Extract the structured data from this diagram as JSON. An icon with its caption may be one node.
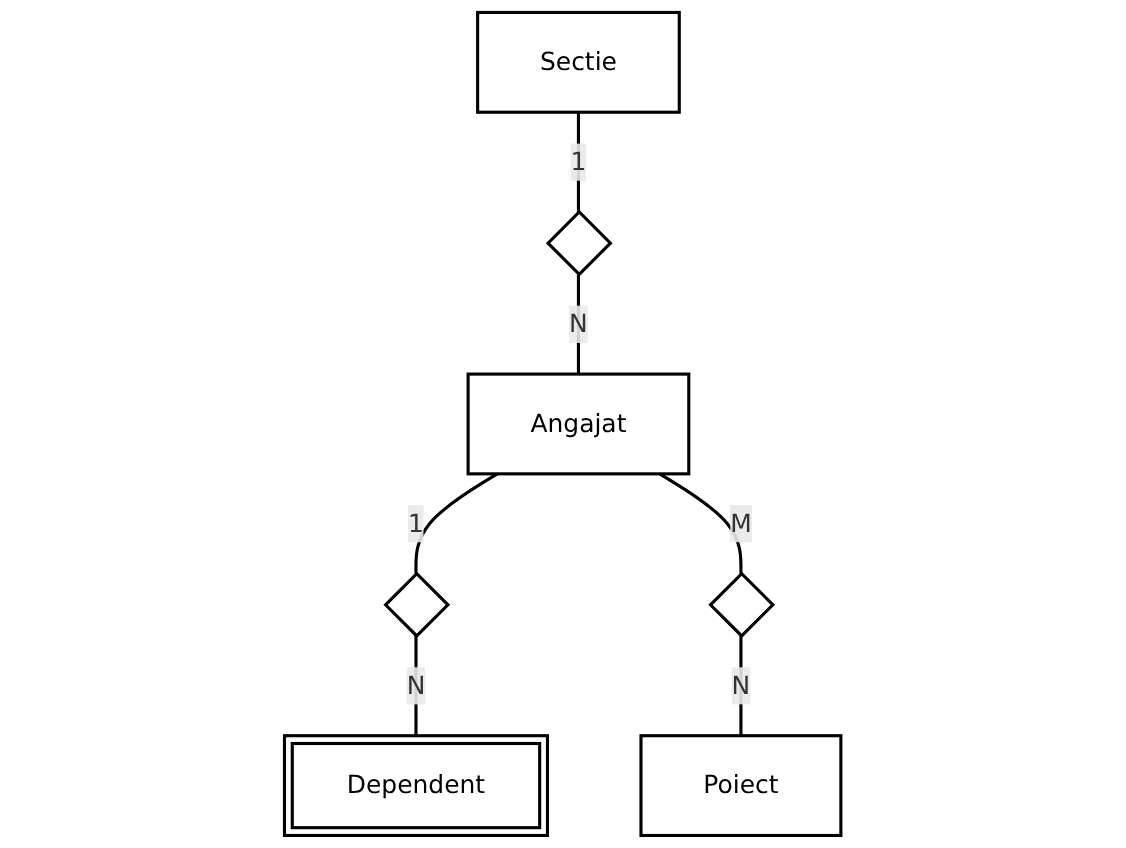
{
  "diagram": {
    "nodes": [
      {
        "text": [
          "Sectie"
        ]
      },
      {
        "text": [],
        "shape": "diamond"
      },
      {
        "text": [
          "Angajat"
        ]
      },
      {
        "text": [],
        "shape": "diamond"
      },
      {
        "text": [],
        "shape": "diamond"
      },
      {
        "text": [
          "Dependent"
        ]
      },
      {
        "text": [
          "Poiect"
        ]
      }
    ],
    "edges": [
      {
        "from": 0,
        "to": 1,
        "arrow": "none",
        "label": "1"
      },
      {
        "from": 1,
        "to": 2,
        "arrow": "none",
        "label": "N"
      },
      {
        "from": 2,
        "to": 3,
        "arrow": "none",
        "label": "1"
      },
      {
        "from": 3,
        "to": 5,
        "arrow": "none",
        "label": "N"
      },
      {
        "from": 2,
        "to": 4,
        "arrow": "none",
        "label": "M"
      },
      {
        "from": 4,
        "to": 6,
        "arrow": "none",
        "label": "N"
      }
    ]
  }
}
